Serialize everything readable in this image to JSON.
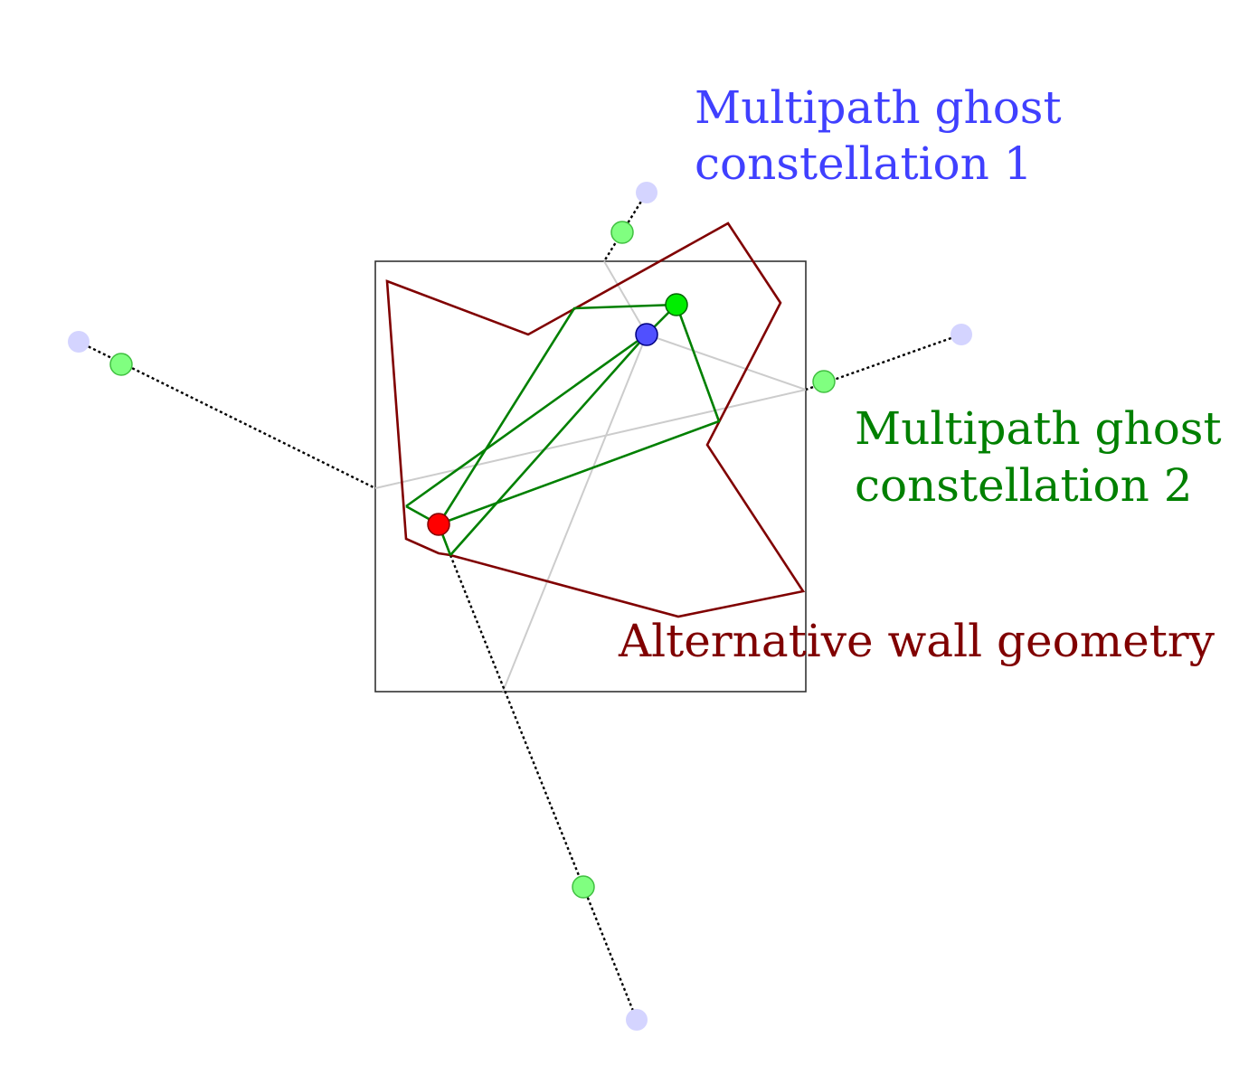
{
  "labels": {
    "ghost1_line1": "Multipath ghost",
    "ghost1_line2": "constellation 1",
    "ghost2_line1": "Multipath ghost",
    "ghost2_line2": "constellation 2",
    "wall": "Alternative wall geometry"
  },
  "colors": {
    "ghost1": "#4040ff",
    "ghost2": "#008000",
    "wall": "#800000",
    "room_outline": "#333333",
    "reflection_lines": "#cccccc",
    "dotted_path": "#000000",
    "transmitter": "#ff0000",
    "receiver_blue": "#5050ff",
    "receiver_green": "#00e000",
    "ghost_faint": "#d0d0ff",
    "ghost_green": "#80ff80"
  }
}
